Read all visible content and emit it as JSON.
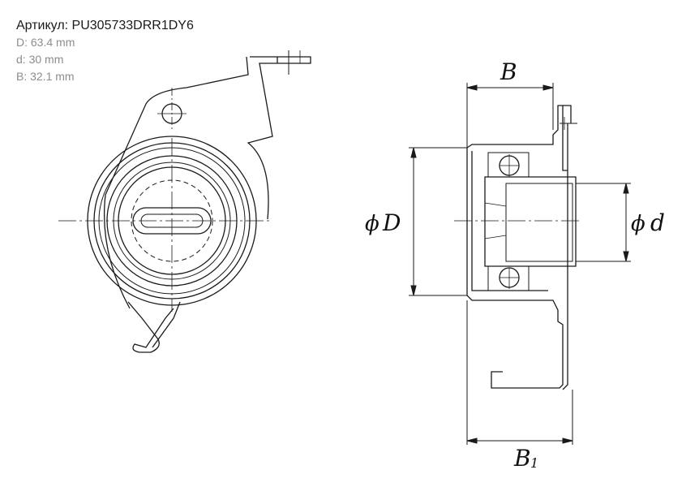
{
  "header": {
    "article": "Артикул: PU305733DRR1DY6",
    "specs": {
      "D": "D: 63.4 mm",
      "d": "d: 30 mm",
      "B": "B: 32.1 mm"
    }
  },
  "dimensions": {
    "B": "B",
    "B1_main": "B",
    "B1_sub": "1",
    "phi": "ϕ",
    "D": "D",
    "d": "d"
  },
  "colors": {
    "line": "#1a1a1a",
    "spec_text": "#8c8c8c"
  }
}
